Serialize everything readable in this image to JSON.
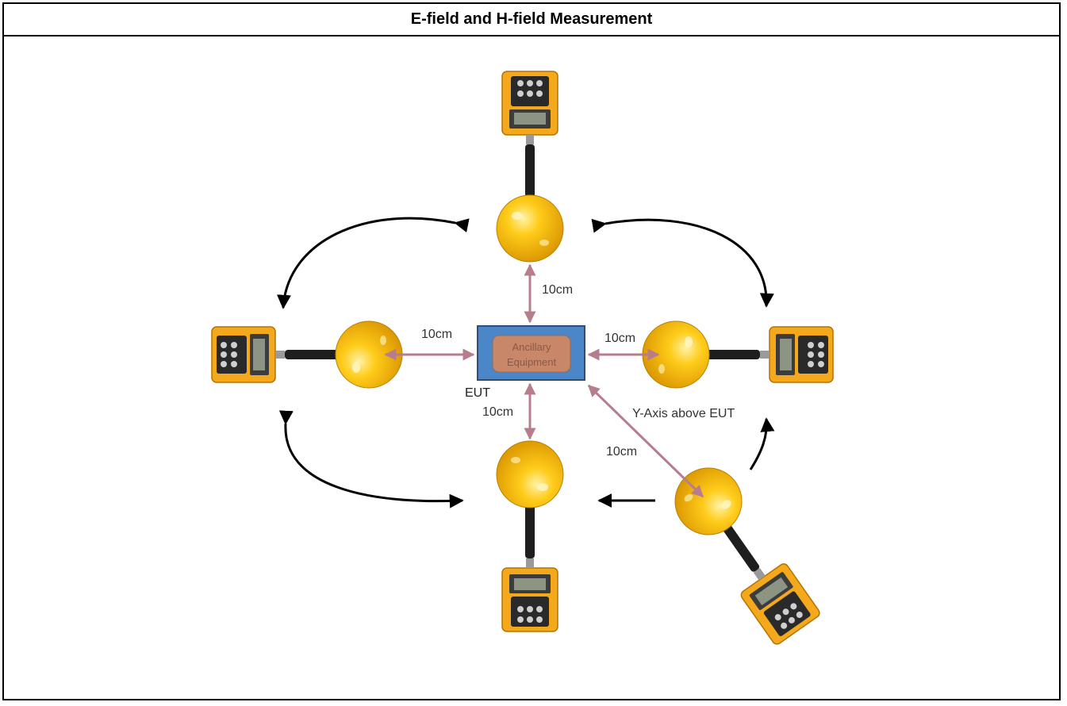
{
  "title": "E-field and H-field Measurement",
  "labels": {
    "top_distance": "10cm",
    "left_distance": "10cm",
    "right_distance": "10cm",
    "bottom_distance": "10cm",
    "diagonal_distance": "10cm",
    "eut": "EUT",
    "y_axis": "Y-Axis above EUT",
    "ancillary_line1": "Ancillary",
    "ancillary_line2": "Equipment"
  },
  "colors": {
    "probe_yellow": "#f2b400",
    "probe_highlight": "#ffd84a",
    "meter_orange": "#f4a81c",
    "eut_blue": "#4a86c8",
    "ancillary_fill": "#c9876a",
    "distance_arrow": "#b87d8c",
    "rotation_arrow": "#000000"
  }
}
